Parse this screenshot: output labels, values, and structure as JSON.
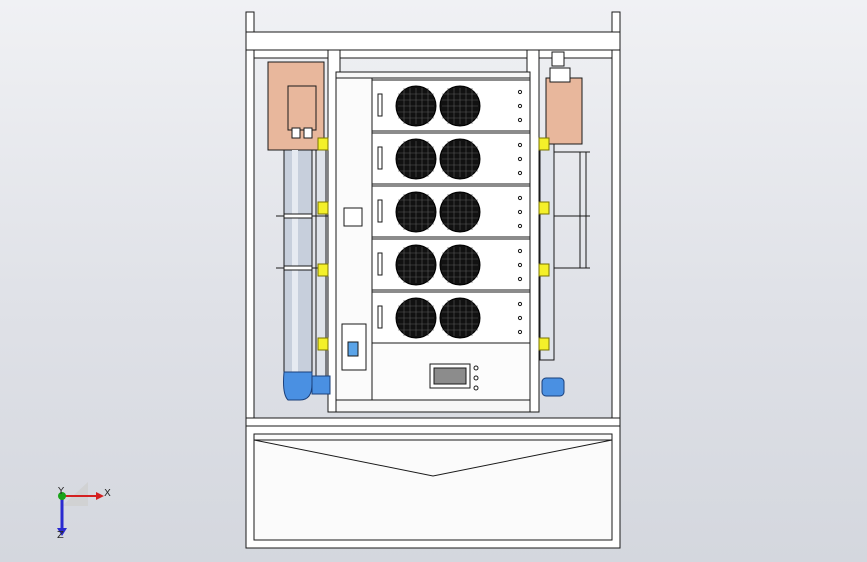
{
  "viewport": {
    "triad": {
      "x_label": "X",
      "y_label": "Y",
      "z_label": "Z",
      "x_color": "#d42020",
      "y_color": "#1aa31a",
      "z_color": "#2a2ad0"
    }
  },
  "model": {
    "fan_rows": 5,
    "fans_per_row": 2,
    "colors": {
      "frame": "#ffffff",
      "outline": "#1a1a1a",
      "copper": "#e8b79c",
      "pipe": "#c7cfdc",
      "clamp": "#f4f02a",
      "elbow": "#4a90e2",
      "fan": "#111111"
    }
  }
}
